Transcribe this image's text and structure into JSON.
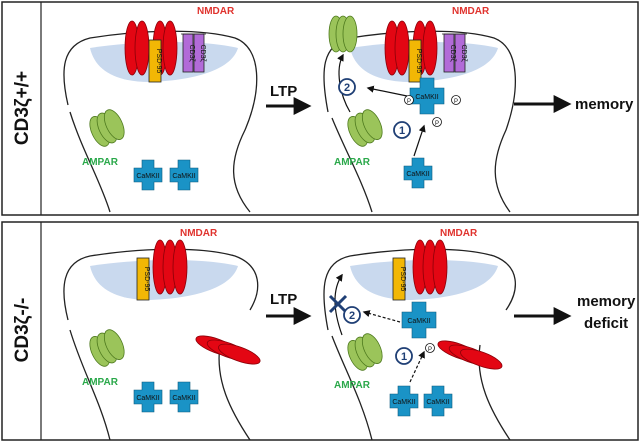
{
  "panels": [
    {
      "genotype": "CD3ζ+/+",
      "ltp": "LTP",
      "receptor_nmdar": "NMDAR",
      "receptor_ampar": "AMPAR",
      "scaffold": "PSD-95",
      "cd3_label": "CD3ζ",
      "kinase": "CaMKII",
      "phospho": "P",
      "step1": "1",
      "step2": "2",
      "outcome_line1": "memory",
      "outcome_line2": ""
    },
    {
      "genotype": "CD3ζ-/-",
      "ltp": "LTP",
      "receptor_nmdar": "NMDAR",
      "receptor_ampar": "AMPAR",
      "scaffold": "PSD-95",
      "kinase": "CaMKII",
      "phospho": "P",
      "step1": "1",
      "step2": "2",
      "outcome_line1": "memory",
      "outcome_line2": "deficit"
    }
  ],
  "colors": {
    "nmdar": "#e30613",
    "nmdar_label": "#e0332e",
    "ampar": "#9bc45a",
    "ampar_label": "#2aa84a",
    "camkii": "#1a93c6",
    "psd95": "#f2b705",
    "cd3": "#b26bd8",
    "psd_zone": "#c9d9ee",
    "step_ring": "#1f3f75"
  }
}
